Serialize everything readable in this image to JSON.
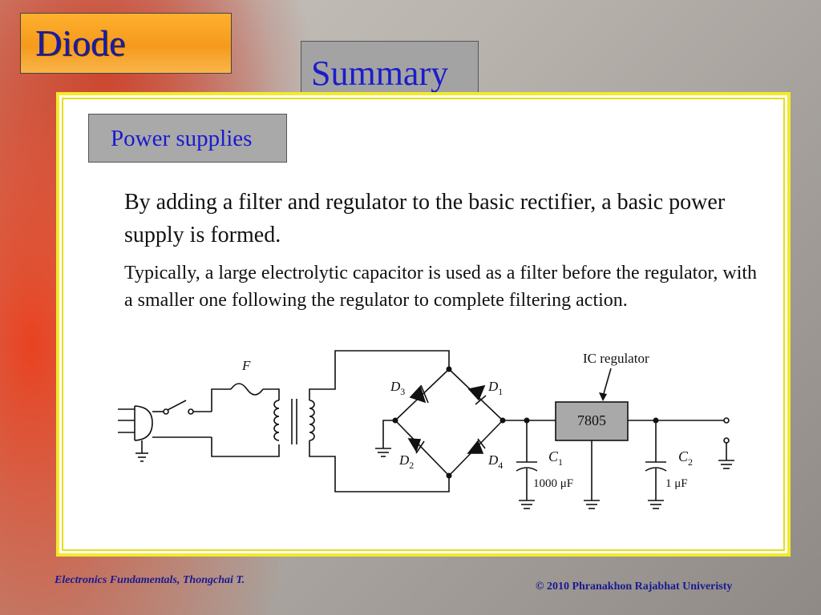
{
  "slide": {
    "title": "Diode",
    "heading": "Summary",
    "section": "Power supplies",
    "paragraph1": "By adding a filter and regulator to the basic rectifier, a basic power supply is formed.",
    "paragraph2": "Typically, a large electrolytic capacitor is used as a filter before the regulator, with a smaller one following the regulator to complete filtering action."
  },
  "circuit": {
    "fuse_label": "F",
    "regulator_caption": "IC regulator",
    "regulator_part": "7805",
    "diodes": {
      "d1": {
        "letter": "D",
        "sub": "1"
      },
      "d2": {
        "letter": "D",
        "sub": "2"
      },
      "d3": {
        "letter": "D",
        "sub": "3"
      },
      "d4": {
        "letter": "D",
        "sub": "4"
      }
    },
    "c1": {
      "letter": "C",
      "sub": "1",
      "value": "1000 μF"
    },
    "c2": {
      "letter": "C",
      "sub": "2",
      "value": "1 μF"
    }
  },
  "footer": {
    "left": "Electronics Fundamentals,  Thongchai T.",
    "right": "© 2010 Phranakhon Rajabhat Univeristy"
  },
  "colors": {
    "title_text": "#1a1aa8",
    "heading_text": "#1c1ccc",
    "panel_border": "#f3ea2c",
    "footer_text": "#1a1a90"
  }
}
